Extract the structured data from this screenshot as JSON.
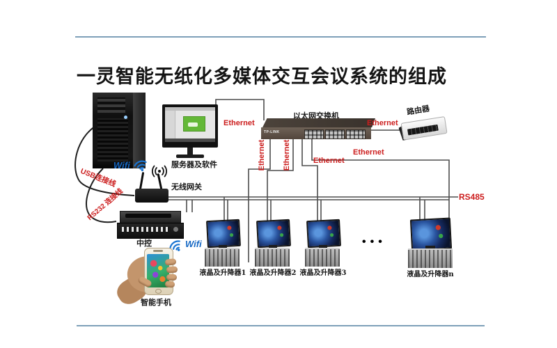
{
  "title": "一灵智能无纸化多媒体交互会议系统的组成",
  "labels": {
    "server": "服务器及软件",
    "switch": "以太网交换机",
    "switch_brand": "TP-LINK",
    "router": "路由器",
    "gateway": "无线网关",
    "controller": "中控",
    "phone": "智能手机",
    "ethernet": "Ethernet",
    "rs485": "RS485",
    "usb_cable": "USB连接线",
    "rs232_cable": "RS232 连接线",
    "wifi": "Wifi",
    "ellipsis": "•••"
  },
  "monitors": [
    {
      "label": "液晶及升降器1"
    },
    {
      "label": "液晶及升降器2"
    },
    {
      "label": "液晶及升降器3"
    },
    {
      "label": "液晶及升降器n"
    }
  ],
  "colors": {
    "ethernet_label": "#cc1d1d",
    "rs485_label": "#cc1d1d",
    "wifi_label": "#1668c4",
    "cable": "#4d4d4d",
    "horizontal_rule": "#7d9fb8",
    "lifter_gray": "#9e9e9e",
    "screen_blue": "#2a55a0"
  }
}
